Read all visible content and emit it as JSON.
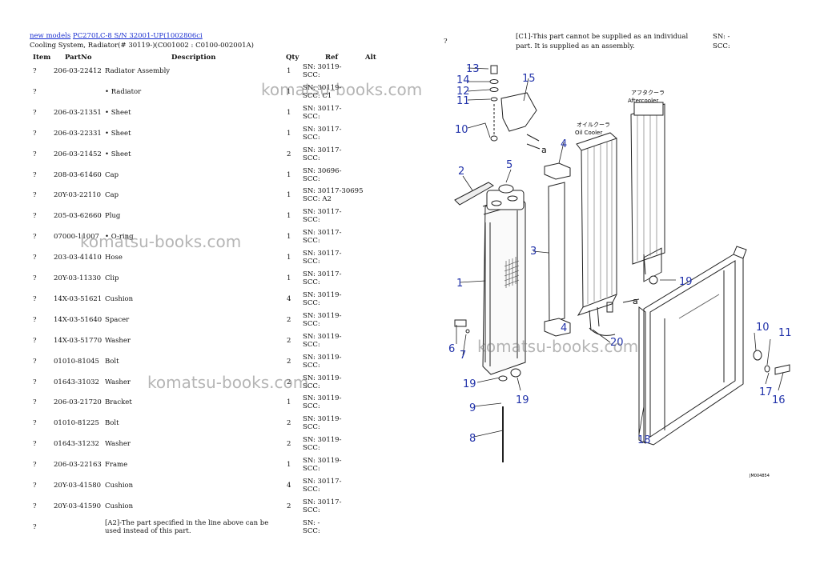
{
  "header": {
    "link1": "new models",
    "link2": "PC270LC-8 S/N 32001-UP(1002806ci",
    "subtitle": "Cooling System, Radiator(# 30119-)(C001002 : C0100-002001A)"
  },
  "columns": {
    "item": "Item",
    "partno": "PartNo",
    "description": "Description",
    "qty": "Qty",
    "ref": "Ref",
    "alt": "Alt"
  },
  "rows": [
    {
      "item": "?",
      "partno": "206-03-22412",
      "desc": "Radiator Assembly",
      "qty": "1",
      "ref1": "SN: 30119-",
      "ref2": "SCC:"
    },
    {
      "item": "?",
      "partno": "",
      "desc": "• Radiator",
      "qty": "1",
      "ref1": "SN: 30119-",
      "ref2": "SCC: C1"
    },
    {
      "item": "?",
      "partno": "206-03-21351",
      "desc": "• Sheet",
      "qty": "1",
      "ref1": "SN: 30117-",
      "ref2": "SCC:"
    },
    {
      "item": "?",
      "partno": "206-03-22331",
      "desc": "• Sheet",
      "qty": "1",
      "ref1": "SN: 30117-",
      "ref2": "SCC:"
    },
    {
      "item": "?",
      "partno": "206-03-21452",
      "desc": "• Sheet",
      "qty": "2",
      "ref1": "SN: 30117-",
      "ref2": "SCC:"
    },
    {
      "item": "?",
      "partno": "208-03-61460",
      "desc": "Cap",
      "qty": "1",
      "ref1": "SN: 30696-",
      "ref2": "SCC:"
    },
    {
      "item": "?",
      "partno": "20Y-03-22110",
      "desc": "Cap",
      "qty": "1",
      "ref1": "SN: 30117-30695",
      "ref2": "SCC: A2"
    },
    {
      "item": "?",
      "partno": "205-03-62660",
      "desc": "Plug",
      "qty": "1",
      "ref1": "SN: 30117-",
      "ref2": "SCC:"
    },
    {
      "item": "?",
      "partno": "07000-11007",
      "desc": "• O-ring",
      "qty": "1",
      "ref1": "SN: 30117-",
      "ref2": "SCC:"
    },
    {
      "item": "?",
      "partno": "203-03-41410",
      "desc": "Hose",
      "qty": "1",
      "ref1": "SN: 30117-",
      "ref2": "SCC:"
    },
    {
      "item": "?",
      "partno": "20Y-03-11330",
      "desc": "Clip",
      "qty": "1",
      "ref1": "SN: 30117-",
      "ref2": "SCC:"
    },
    {
      "item": "?",
      "partno": "14X-03-51621",
      "desc": "Cushion",
      "qty": "4",
      "ref1": "SN: 30119-",
      "ref2": "SCC:"
    },
    {
      "item": "?",
      "partno": "14X-03-51640",
      "desc": "Spacer",
      "qty": "2",
      "ref1": "SN: 30119-",
      "ref2": "SCC:"
    },
    {
      "item": "?",
      "partno": "14X-03-51770",
      "desc": "Washer",
      "qty": "2",
      "ref1": "SN: 30119-",
      "ref2": "SCC:"
    },
    {
      "item": "?",
      "partno": "01010-81045",
      "desc": "Bolt",
      "qty": "2",
      "ref1": "SN: 30119-",
      "ref2": "SCC:"
    },
    {
      "item": "?",
      "partno": "01643-31032",
      "desc": "Washer",
      "qty": "2",
      "ref1": "SN: 30119-",
      "ref2": "SCC:"
    },
    {
      "item": "?",
      "partno": "206-03-21720",
      "desc": "Bracket",
      "qty": "1",
      "ref1": "SN: 30119-",
      "ref2": "SCC:"
    },
    {
      "item": "?",
      "partno": "01010-81225",
      "desc": "Bolt",
      "qty": "2",
      "ref1": "SN: 30119-",
      "ref2": "SCC:"
    },
    {
      "item": "?",
      "partno": "01643-31232",
      "desc": "Washer",
      "qty": "2",
      "ref1": "SN: 30119-",
      "ref2": "SCC:"
    },
    {
      "item": "?",
      "partno": "206-03-22163",
      "desc": "Frame",
      "qty": "1",
      "ref1": "SN: 30119-",
      "ref2": "SCC:"
    },
    {
      "item": "?",
      "partno": "20Y-03-41580",
      "desc": "Cushion",
      "qty": "4",
      "ref1": "SN: 30117-",
      "ref2": "SCC:"
    },
    {
      "item": "?",
      "partno": "20Y-03-41590",
      "desc": "Cushion",
      "qty": "2",
      "ref1": "SN: 30117-",
      "ref2": "SCC:"
    },
    {
      "item": "?",
      "partno": "",
      "desc": "[A2]-The part specified in the line above can be used instead of this part.",
      "qty": "",
      "ref1": "SN: -",
      "ref2": "SCC:"
    }
  ],
  "right_note": {
    "item": "?",
    "line1": "[C1]-This part cannot be supplied as an individual",
    "line2": "part. It is supplied as an assembly.",
    "sn": "SN: -",
    "scc": "SCC:"
  },
  "diagram": {
    "callouts": [
      "1",
      "2",
      "3",
      "4",
      "4",
      "5",
      "6",
      "7",
      "8",
      "9",
      "10",
      "10",
      "11",
      "11",
      "12",
      "13",
      "14",
      "15",
      "16",
      "17",
      "18",
      "19",
      "19",
      "19",
      "20"
    ],
    "arrow_label": "a",
    "aftercooler_jp": "アフタクーラ",
    "aftercooler_en": "Aftercooler",
    "oilcooler_jp": "オイルクーラ",
    "oilcooler_en": "Oil Cooler",
    "figure_code": "JM004854"
  },
  "watermark": "komatsu-books.com"
}
